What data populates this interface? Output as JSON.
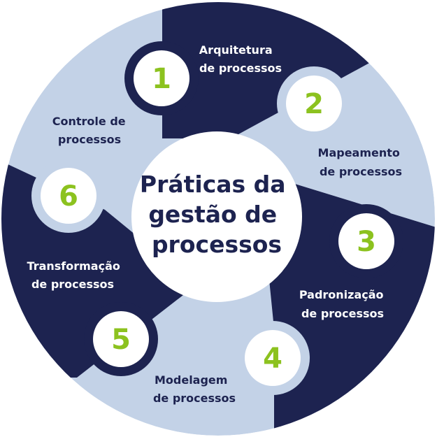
{
  "center": {
    "lines": [
      "Práticas da",
      "gestão de",
      "processos"
    ]
  },
  "segments": [
    {
      "number": "1",
      "lines": [
        "Arquitetura",
        "de processos"
      ]
    },
    {
      "number": "2",
      "lines": [
        "Mapeamento",
        "de processos"
      ]
    },
    {
      "number": "3",
      "lines": [
        "Padronização",
        "de processos"
      ]
    },
    {
      "number": "4",
      "lines": [
        "Modelagem",
        "de processos"
      ]
    },
    {
      "number": "5",
      "lines": [
        "Transformação",
        "de processos"
      ]
    },
    {
      "number": "6",
      "lines": [
        "Controle de",
        "processos"
      ]
    }
  ],
  "colors": {
    "dark": "#1d2350",
    "light": "#c3d2e7",
    "accent": "#8cc21f",
    "white": "#ffffff"
  }
}
